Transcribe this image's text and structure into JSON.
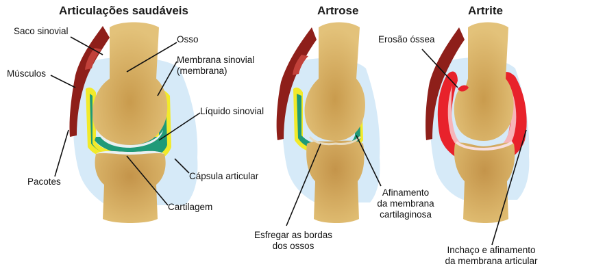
{
  "panels": {
    "healthy": {
      "title": "Articulações saudáveis",
      "labels": {
        "saco_sinovial": "Saco sinovial",
        "musculos": "Músculos",
        "pacotes": "Pacotes",
        "osso": "Osso",
        "membrana_sinovial": "Membrana sinovial\n(membrana)",
        "liquido_sinovial": "Líquido sinovial",
        "capsula_articular": "Cápsula articular",
        "cartilagem": "Cartilagem"
      }
    },
    "arthrosis": {
      "title": "Artrose",
      "labels": {
        "esfregar": "Esfregar as bordas\ndos ossos",
        "afinamento": "Afinamento\nda membrana\ncartilaginosa"
      }
    },
    "arthritis": {
      "title": "Artrite",
      "labels": {
        "erosao": "Erosão óssea",
        "inchaco": "Inchaço e afinamento\nda membrana articular"
      }
    }
  },
  "colors": {
    "bone": "#dcb86a",
    "bone_dark": "#b88c3c",
    "capsule": "#cfe6f7",
    "fluid": "#1f9a78",
    "membrane_yellow": "#f2ea2a",
    "muscle": "#8e1f1a",
    "inflamed": "#e8222b",
    "inflamed_light": "#f7b5b9"
  }
}
